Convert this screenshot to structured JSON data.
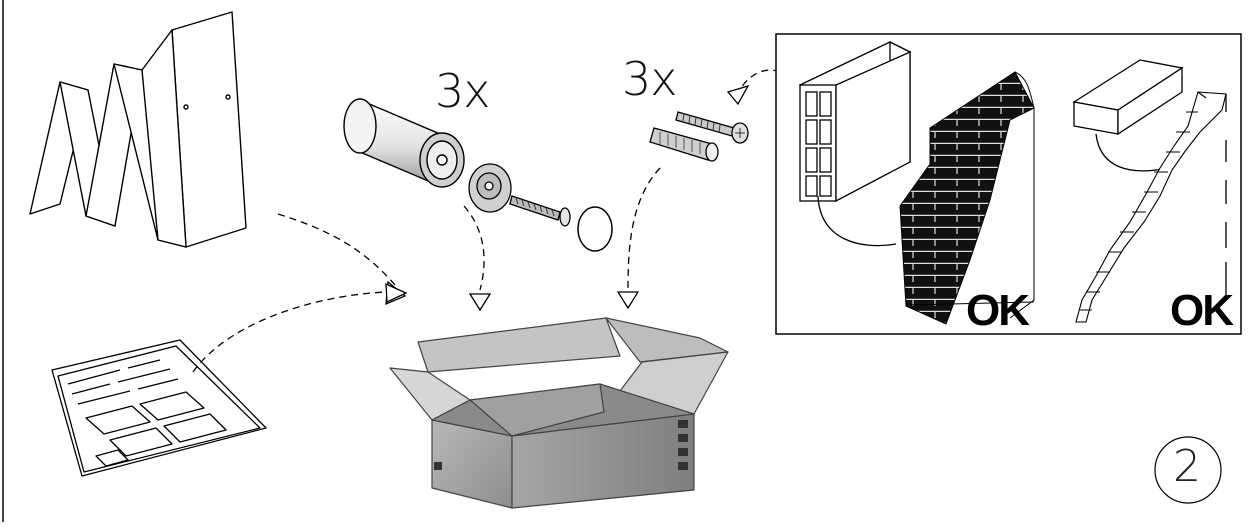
{
  "quantities": {
    "anchors": "3x",
    "screws": "3x"
  },
  "wall_panel": {
    "hollow_brick_ok": "OK",
    "solid_brick_ok": "OK"
  },
  "step_number": "2"
}
